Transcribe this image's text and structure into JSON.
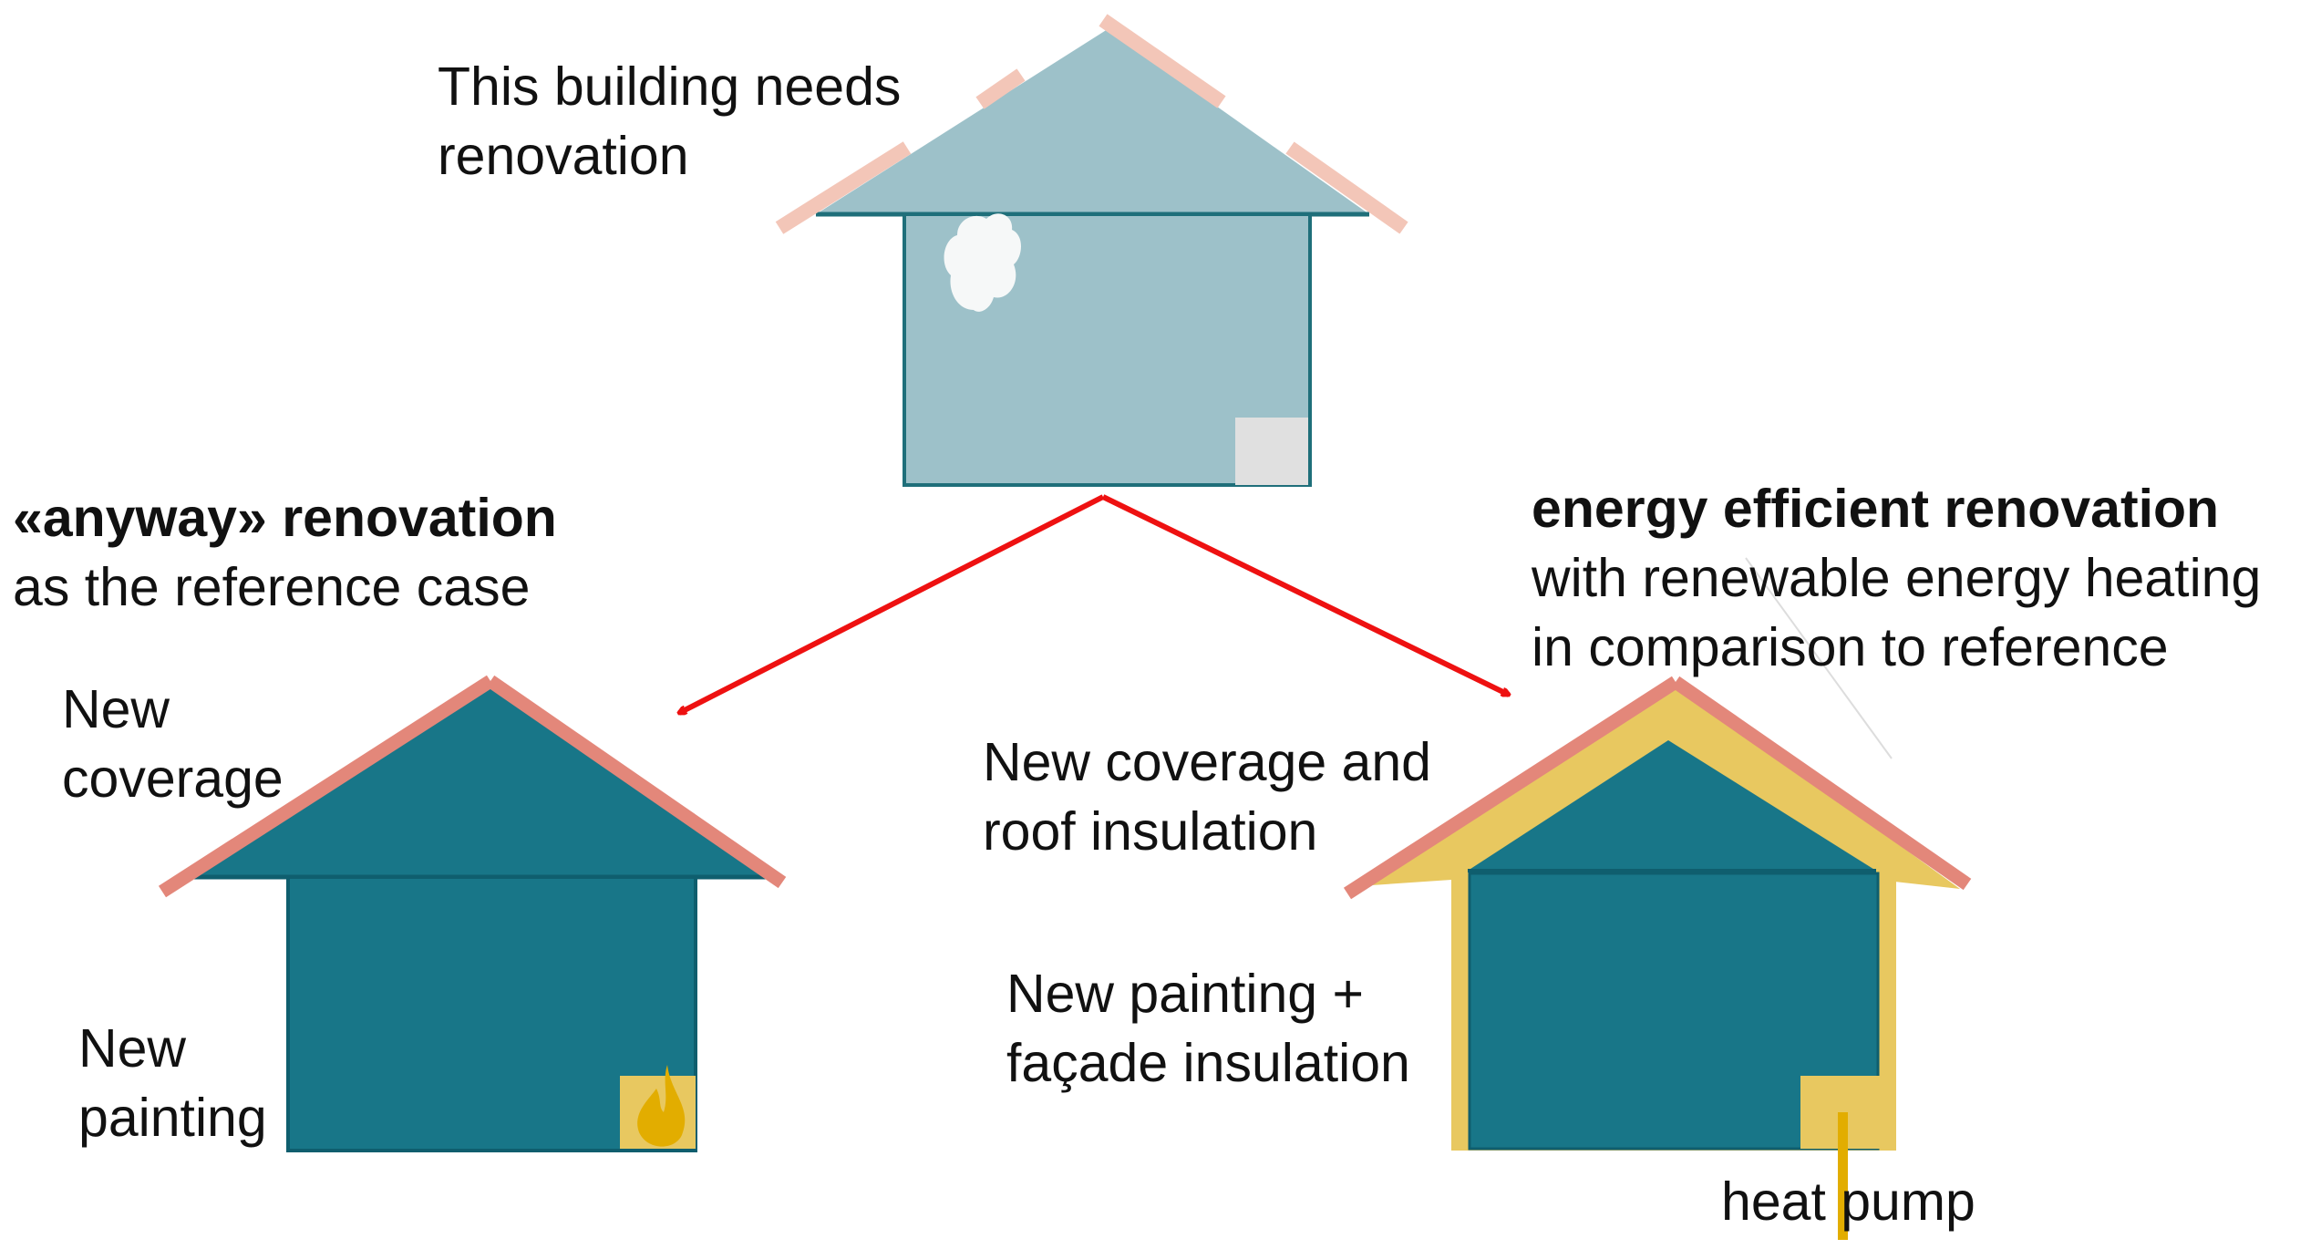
{
  "colors": {
    "old_wall": "#9dc1c9",
    "old_outline": "#1f6f7a",
    "roof_tile_faded": "#f3c6b8",
    "moisture_spot": "#f6f8f8",
    "old_window": "#e0e0e0",
    "new_wall": "#187688",
    "new_roof_tile": "#e3877a",
    "insulation": "#e8c860",
    "boiler_flame": "#e2ad00",
    "heat_pump": "#e2ad00",
    "arrow": "#ee1111"
  },
  "top": {
    "line1": "This building needs",
    "line2": "renovation"
  },
  "reference": {
    "title": "«anyway» renovation",
    "subtitle": "as the reference case",
    "coverage_line1": "New",
    "coverage_line2": "coverage",
    "painting_line1": "New",
    "painting_line2": "painting"
  },
  "efficient": {
    "title": "energy efficient renovation",
    "subtitle_line1": "with renewable energy heating",
    "subtitle_line2": "in comparison to reference",
    "roof_line1": "New coverage and",
    "roof_line2": "roof insulation",
    "facade_line1": "New painting +",
    "facade_line2": "façade insulation",
    "heat_pump": "heat pump"
  }
}
